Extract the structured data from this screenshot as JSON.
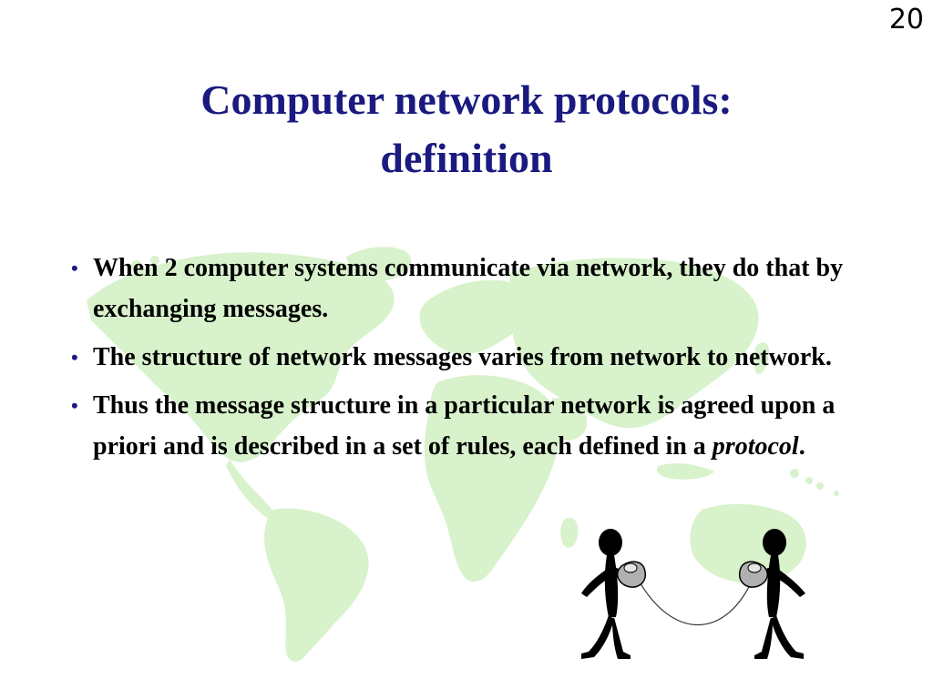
{
  "slide": {
    "number": "20",
    "title_line1": "Computer network protocols:",
    "title_line2": "definition"
  },
  "bullets": [
    {
      "text": "When 2 computer systems communicate via network, they do that by exchanging messages."
    },
    {
      "text": "The structure of network messages varies from network to network."
    },
    {
      "text_before": "Thus the message structure in a particular network is agreed upon a priori and is described in a set of rules, each defined in a ",
      "emphasis": "protocol",
      "text_after": "."
    }
  ],
  "colors": {
    "title": "#1a1a80",
    "map": "#d8f2cc",
    "text": "#000000"
  },
  "icons": [
    "world-map-icon",
    "tin-can-telephone-icon"
  ]
}
